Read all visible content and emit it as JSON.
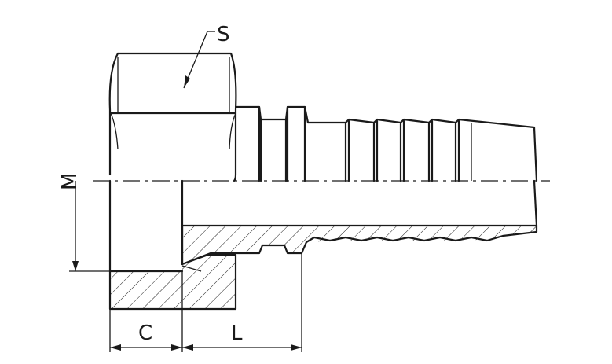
{
  "diagram": {
    "labels": {
      "S": "S",
      "M": "M",
      "C": "C",
      "L": "L"
    },
    "colors": {
      "line": "#1a1a1a",
      "background": "#ffffff"
    }
  }
}
